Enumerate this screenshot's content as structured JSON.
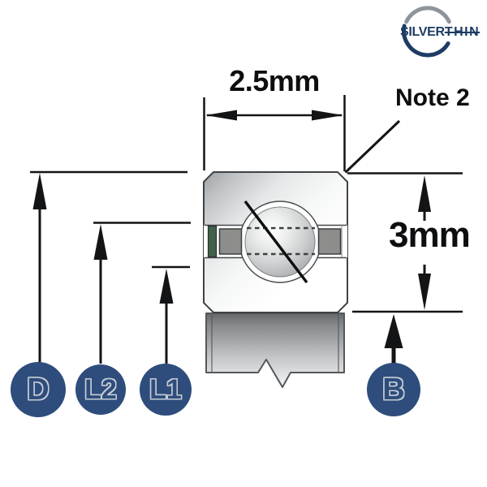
{
  "logo": {
    "text_primary": "SILVER",
    "text_secondary": "THIN"
  },
  "dimensions": {
    "width": "2.5mm",
    "height": "3mm",
    "note": "Note 2"
  },
  "callouts": {
    "outer_diameter": "D",
    "land2": "L2",
    "land1": "L1",
    "bore": "B"
  },
  "colors": {
    "callout_blue": "#2e4d7c",
    "callout_letter_outline": "#c6cdd5",
    "logo_navy": "#1e3c64",
    "logo_gray_arc": "#8d949c",
    "seal_green": "#41614b",
    "cage_gray": "#8d8e8c",
    "line_black": "#131416"
  }
}
